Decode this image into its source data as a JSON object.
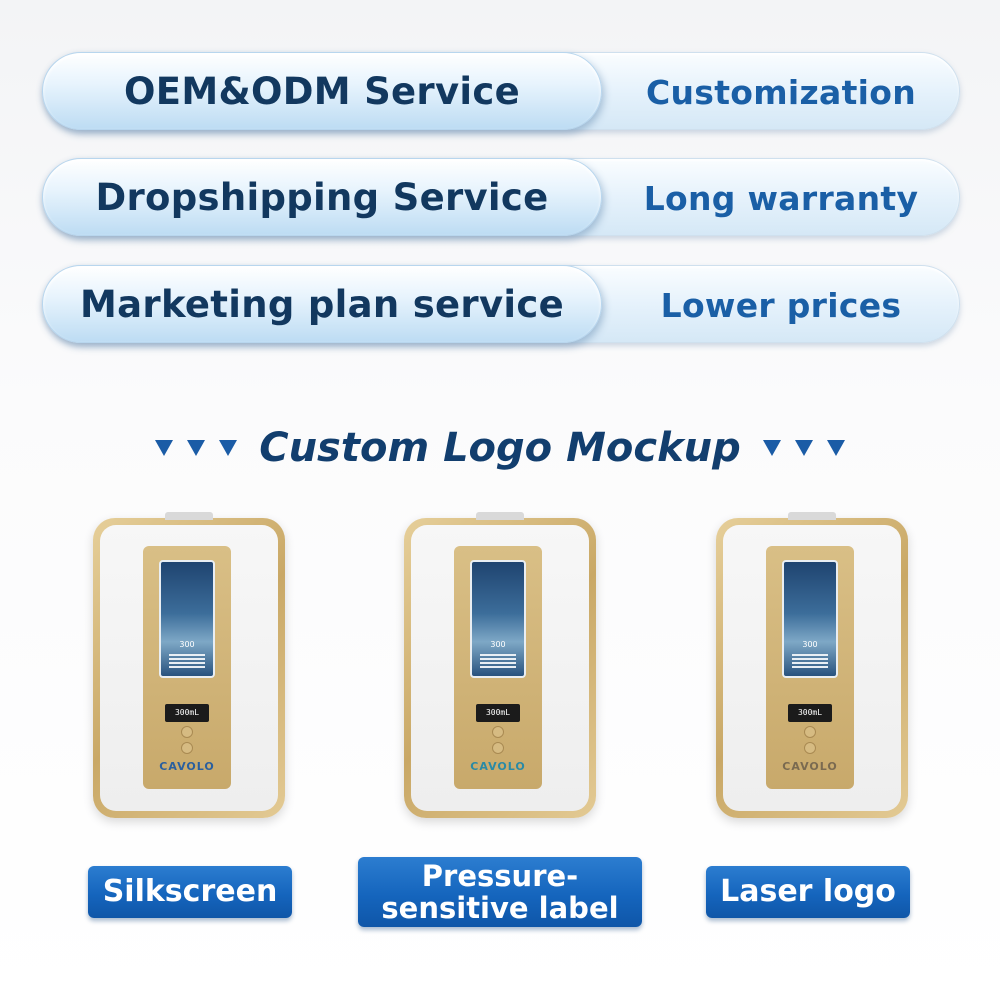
{
  "services": [
    {
      "service": "OEM&ODM Service",
      "benefit": "Customization"
    },
    {
      "service": "Dropshipping Service",
      "benefit": "Long warranty"
    },
    {
      "service": "Marketing plan service",
      "benefit": "Lower prices"
    }
  ],
  "heading": "Custom Logo Mockup",
  "device": {
    "screen_value": "300",
    "lcd_text": "300mL",
    "logo_text": "CAVOLO",
    "icons": [
      "triangle-down-icon",
      "power-button-icon",
      "mode-button-icon"
    ]
  },
  "mockups": [
    {
      "label": "Silkscreen",
      "logo_color": "#2a5f9e"
    },
    {
      "label": "Pressure-sensitive label",
      "logo_color": "#2a8aa6"
    },
    {
      "label": "Laser logo",
      "logo_color": "#7a6a50"
    }
  ],
  "colors": {
    "accent_blue": "#1565bd",
    "heading_navy": "#123e6e",
    "gold_frame": "#c9a866"
  }
}
